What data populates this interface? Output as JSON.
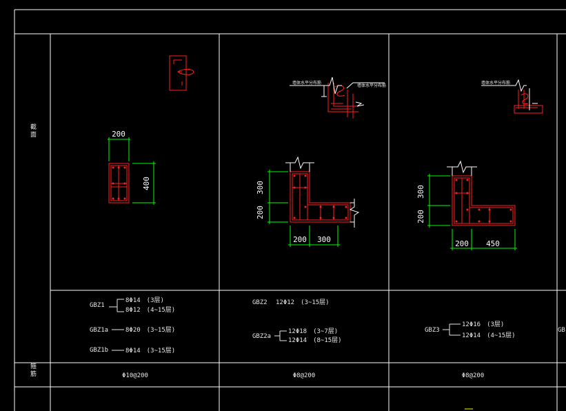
{
  "row_headers": {
    "section": "截面",
    "stirrup": "箍筋"
  },
  "columns": [
    {
      "dims": {
        "width": "200",
        "height": "400"
      },
      "specs": [
        {
          "id": "GBZ1",
          "lines": [
            "8Φ14　(3层)",
            "8Φ12　(4~15层)"
          ]
        },
        {
          "id": "GBZ1a",
          "lines": [
            "8Φ20　(3~15层)"
          ]
        },
        {
          "id": "GBZ1b",
          "lines": [
            "8Φ14　(3~15层)"
          ]
        }
      ],
      "stirrup": "Φ10@200"
    },
    {
      "dims": {
        "v_top": "300",
        "v_bottom": "200",
        "h_left": "200",
        "h_right": "300"
      },
      "notes": [
        "墙体水平分布筋",
        "墙体水平分布筋"
      ],
      "specs": [
        {
          "id": "GBZ2",
          "lines": [
            "12Φ12　(3~15层)"
          ]
        },
        {
          "id": "GBZ2a",
          "lines": [
            "12Φ18　(3~7层)",
            "12Φ14　(8~15层)"
          ]
        }
      ],
      "stirrup": "Φ8@200"
    },
    {
      "dims": {
        "v_top": "300",
        "v_bottom": "200",
        "h_left": "200",
        "h_right": "450"
      },
      "notes": [
        "墙体水平分布筋"
      ],
      "specs": [
        {
          "id": "GBZ3",
          "lines": [
            "12Φ16　(3层)",
            "12Φ14　(4~15层)"
          ]
        }
      ],
      "stirrup": "Φ8@200"
    },
    {
      "specs": [
        {
          "id": "GB"
        }
      ]
    }
  ],
  "colors": {
    "background": "#000000",
    "grid": "#ffffff",
    "section": "#ff2020",
    "dimension": "#00ff00",
    "text": "#e8e8e8"
  }
}
